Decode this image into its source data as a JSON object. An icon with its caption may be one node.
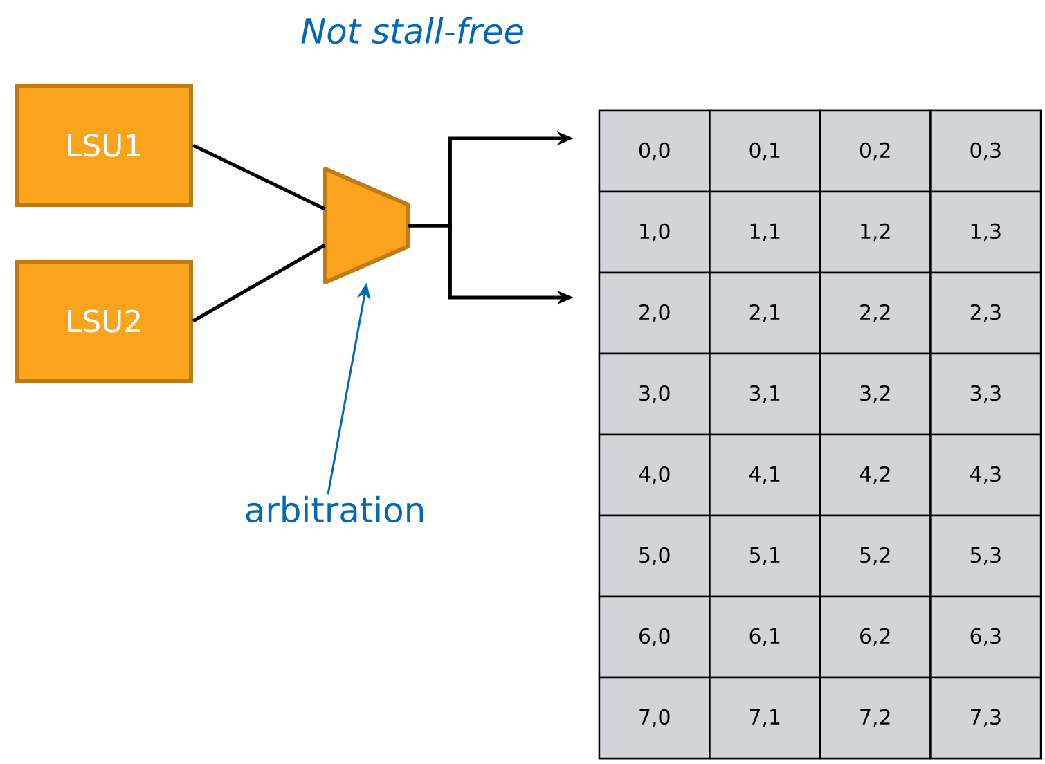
{
  "diagram": {
    "nodes": [
      {
        "text": [
          "LSU1"
        ]
      },
      {
        "text": [
          "LSU2"
        ]
      },
      {
        "text": [],
        "shape": "trapezoid"
      },
      {
        "text": [
          "arbitration"
        ]
      },
      {
        "text": [],
        "shape": "box"
      }
    ],
    "edges": [
      {
        "from": 0,
        "to": 2,
        "arrow": "none"
      },
      {
        "from": 1,
        "to": 2,
        "arrow": "none"
      },
      {
        "from": 2,
        "to": 4,
        "arrow": "to"
      },
      {
        "from": 2,
        "to": 4,
        "arrow": "to"
      },
      {
        "from": 3,
        "to": 2,
        "arrow": "to",
        "color": "#0068b5"
      }
    ],
    "labels": [
      "Not stall-free",
      "0,0",
      "0,1",
      "0,2",
      "0,3",
      "1,0",
      "1,1",
      "1,2",
      "1,3",
      "2,0",
      "2,1",
      "2,2",
      "2,3",
      "3,0",
      "3,1",
      "3,2",
      "3,3",
      "4,0",
      "4,1",
      "4,2",
      "4,3",
      "5,0",
      "5,1",
      "5,2",
      "5,3",
      "6,0",
      "6,1",
      "6,2",
      "6,3",
      "7,0",
      "7,1",
      "7,2",
      "7,3"
    ]
  }
}
